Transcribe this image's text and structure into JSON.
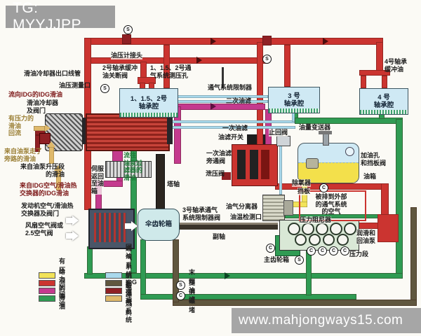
{
  "watermark_top": "TG: MYYJJPP",
  "watermark_bottom": "www.mahjongways15.com",
  "colors": {
    "supply": "#f2e359",
    "pressure": "#cb3430",
    "scavenge_magenta": "#c43a8e",
    "scavenge_green": "#2f9b53",
    "vent": "#a9d9ec",
    "scavenge_vent": "#60573f",
    "idg": "#8f2024",
    "buffer_fuel": "#dfb96b",
    "background": "#fbfaf5",
    "watermark_gray": "#9e9e9e"
  },
  "boxes": {
    "bearing12": "1、1.5、2号\n轴承腔",
    "bearing3": "3 号\n轴承腔",
    "bearing4": "4 号\n轴承腔",
    "bevel": "伞齿轮箱"
  },
  "labels": {
    "cooler_outlet": "滑油冷却器出口线管",
    "pressure_port": "油压测量口",
    "idg_to_idg": "流向IDG的IDG滑油",
    "cooler_valve": "滑油冷却器\n及阀门",
    "pressurized_return": "有压力的\n滑油\n回流",
    "pump_bypass": "来自油泵走了\n旁路的滑油",
    "pump_boost": "来自油泵升压段\n的滑油",
    "idg_hx": "来自IDG空气/滑油热\n交换器的IDG滑油",
    "engine_hx": "发动机空气/滑油热\n交换器及阀门",
    "fan_valve": "风扇空气阀或\n2.5空气阀",
    "gauge_conn": "油压计接头",
    "brg2_shutoff": "2号轴承缓冲\n油关断阀",
    "vent_tap": "1、1.5、2号通\n气系统测压孔",
    "vent_limiter": "通气系统限制器",
    "secondary_filter": "二次油滤",
    "primary_filter": "一次油滤",
    "filter_switch": "油滤开关",
    "filter_bypass": "一次油滤\n旁通阀",
    "relief_valve": "泄压阀",
    "check_valve": "止回阀",
    "qty_transmitter": "油量变送器",
    "brg4_buffer": "4号轴承\n缓冲油",
    "filler": "加油孔\n和挡板阀",
    "tank": "油箱",
    "deaerator": "除氧器",
    "baffle": "挡板",
    "servo_return": "伺服\n返回\n至油\n箱",
    "to_pump_filter": "流往\n油泵过\n滤器的\n滑油",
    "tower_shaft": "塔轴",
    "brg3_vent_valve": "3号轴承通气\n系统限制器阀",
    "separator": "油气分离器",
    "temp_port": "油温检测口",
    "countershaft": "副轴",
    "vent_overboard": "被排到外部\n的通气系统\n的空气",
    "damper": "压力阻尼器",
    "lube_pump": "润滑和\n回油泵",
    "pressure_stage": "压力段",
    "main_gearbox": "主齿轮箱"
  },
  "legend": {
    "items": [
      {
        "key": "supply",
        "label": "给油"
      },
      {
        "key": "pressure",
        "label": "有压力的滑油"
      },
      {
        "key": "scavenge_magenta",
        "label": "回油"
      },
      {
        "key": "scavenge_green",
        "label": "回油"
      },
      {
        "key": "vent",
        "label": "通气系统的油气"
      },
      {
        "key": "scavenge_vent",
        "label": "回油系统和通气系统"
      },
      {
        "key": "idg",
        "label": "IDG 滑油"
      },
      {
        "key": "buffer_fuel",
        "label": "缓冲燃料"
      }
    ],
    "symbols": [
      {
        "mark": "S",
        "label": "末端油滤"
      },
      {
        "mark": "C",
        "label": "提供磁堵"
      }
    ]
  },
  "markers": {
    "end_filter": "S",
    "magnetic_plug": "C"
  }
}
